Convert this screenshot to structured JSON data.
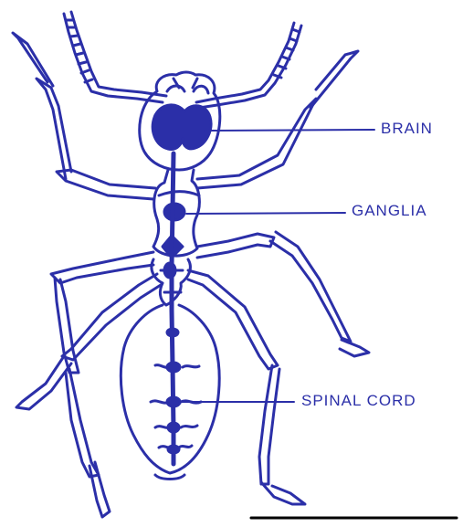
{
  "colors": {
    "ink": "#2b2fa8",
    "background": "#ffffff"
  },
  "labels": {
    "brain": "BRAIN",
    "ganglia": "GANGLIA",
    "spinal_cord": "SPINAL CORD"
  }
}
